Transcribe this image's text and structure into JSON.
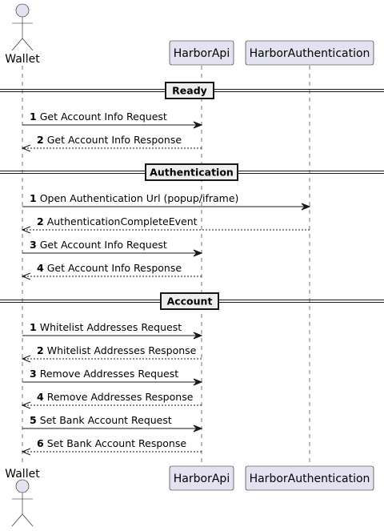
{
  "participants": [
    {
      "id": "wallet",
      "label": "Wallet",
      "kind": "actor"
    },
    {
      "id": "harborapi",
      "label": "HarborApi",
      "kind": "box"
    },
    {
      "id": "harborauth",
      "label": "HarborAuthentication",
      "kind": "box"
    }
  ],
  "sections": [
    {
      "title": "Ready",
      "messages": [
        {
          "num": "1",
          "text": "Get Account Info Request",
          "from": "wallet",
          "to": "harborapi",
          "style": "sync"
        },
        {
          "num": "2",
          "text": "Get Account Info Response",
          "from": "harborapi",
          "to": "wallet",
          "style": "return"
        }
      ]
    },
    {
      "title": "Authentication",
      "messages": [
        {
          "num": "1",
          "text": "Open Authentication Url (popup/iframe)",
          "from": "wallet",
          "to": "harborauth",
          "style": "sync"
        },
        {
          "num": "2",
          "text": "AuthenticationCompleteEvent",
          "from": "harborauth",
          "to": "wallet",
          "style": "return"
        },
        {
          "num": "3",
          "text": "Get Account Info Request",
          "from": "wallet",
          "to": "harborapi",
          "style": "sync"
        },
        {
          "num": "4",
          "text": "Get Account Info Response",
          "from": "harborapi",
          "to": "wallet",
          "style": "return"
        }
      ]
    },
    {
      "title": "Account",
      "messages": [
        {
          "num": "1",
          "text": "Whitelist Addresses Request",
          "from": "wallet",
          "to": "harborapi",
          "style": "sync"
        },
        {
          "num": "2",
          "text": "Whitelist Addresses Response",
          "from": "harborapi",
          "to": "wallet",
          "style": "return"
        },
        {
          "num": "3",
          "text": "Remove Addresses Request",
          "from": "wallet",
          "to": "harborapi",
          "style": "sync"
        },
        {
          "num": "4",
          "text": "Remove Addresses Response",
          "from": "harborapi",
          "to": "wallet",
          "style": "return"
        },
        {
          "num": "5",
          "text": "Set Bank Account Request",
          "from": "wallet",
          "to": "harborapi",
          "style": "sync"
        },
        {
          "num": "6",
          "text": "Set Bank Account Response",
          "from": "harborapi",
          "to": "wallet",
          "style": "return"
        }
      ]
    }
  ],
  "colors": {
    "participant_fill": "#E2E2F0",
    "participant_border": "#181818",
    "lifeline": "#181818",
    "line": "#181818",
    "divider_fill": "#EEEEEE"
  }
}
